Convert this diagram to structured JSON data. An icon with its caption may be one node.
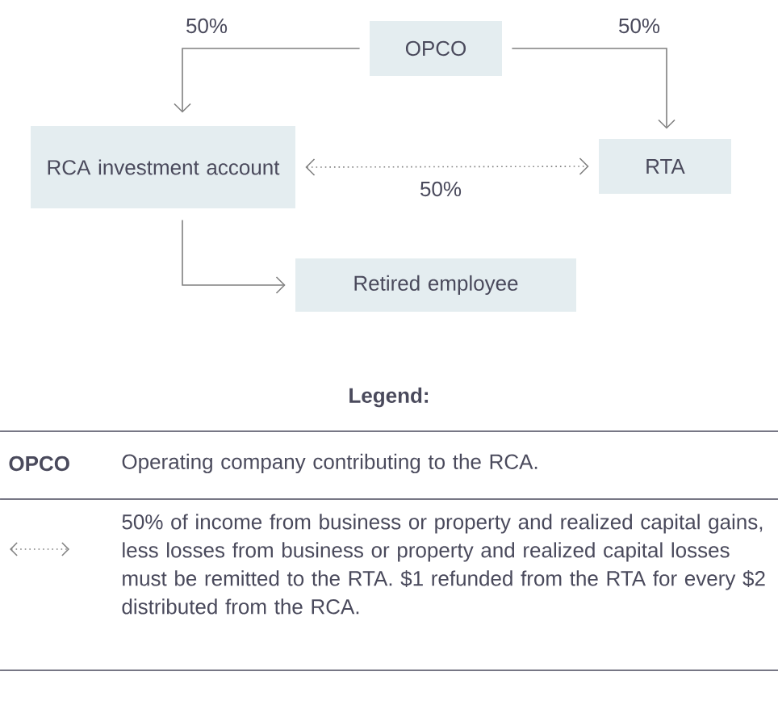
{
  "diagram": {
    "nodes": [
      {
        "text": [
          "OPCO"
        ]
      },
      {
        "text": [
          "RCA investment account"
        ]
      },
      {
        "text": [
          "RTA"
        ]
      },
      {
        "text": [
          "Retired employee"
        ]
      }
    ],
    "edges": [
      {
        "from": 0,
        "to": 1,
        "arrow": "to",
        "label": "50%"
      },
      {
        "from": 0,
        "to": 2,
        "arrow": "to",
        "label": "50%"
      },
      {
        "from": 1,
        "to": 2,
        "arrow": "both",
        "label": "50%",
        "style": "dashed"
      },
      {
        "from": 1,
        "to": 3,
        "arrow": "to"
      }
    ],
    "labels": [
      "Legend:",
      "OPCO"
    ],
    "legend": [
      {
        "text": "Operating company contributing to the RCA."
      },
      {
        "text": "50% of income from business or property and realized capital gains, less losses from business or property and realized capital losses must be remitted to the RTA. $1 refunded from the RTA for every $2 distributed from the RCA."
      }
    ]
  }
}
